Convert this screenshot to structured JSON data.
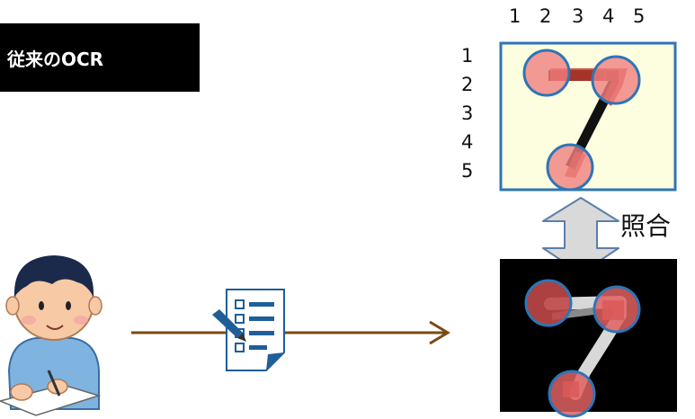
{
  "title_box": {
    "label": "従来のOCR"
  },
  "grid": {
    "col_labels": [
      "1",
      "2",
      "3",
      "4",
      "5"
    ],
    "row_labels": [
      "1",
      "2",
      "3",
      "4",
      "5"
    ]
  },
  "match_label": "照合",
  "colors": {
    "title_bg": "#000000",
    "template_bg": "#fdfde0",
    "template_border": "#2e75b6",
    "circle_stroke": "#2e75b6",
    "circle_fill": "#f08080",
    "stroke_dark_red": "#c0392b",
    "arrow_brown": "#7a4a14",
    "double_arrow_fill": "#d9d9d9"
  }
}
